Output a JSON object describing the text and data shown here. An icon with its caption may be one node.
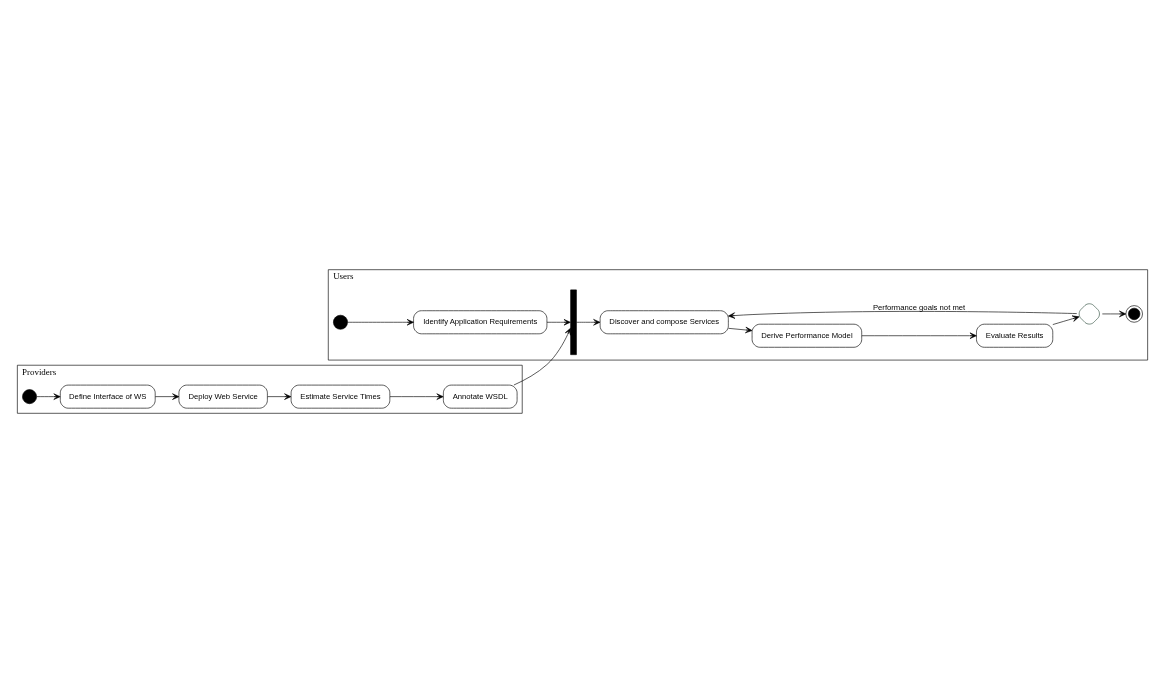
{
  "diagram": {
    "nodes": [
      {
        "text": [
          "Users"
        ]
      },
      {
        "text": [
          "Providers"
        ]
      },
      {
        "text": [],
        "shape": "circle",
        "in": 0
      },
      {
        "text": [
          "Identify Application Requirements"
        ],
        "in": 0
      },
      {
        "text": [],
        "shape": "bar",
        "in": 0
      },
      {
        "text": [
          "Discover and compose Services"
        ],
        "in": 0
      },
      {
        "text": [
          "Derive Performance Model"
        ],
        "in": 0
      },
      {
        "text": [
          "Evaluate Results"
        ],
        "in": 0
      },
      {
        "text": [],
        "shape": "diamond",
        "in": 0
      },
      {
        "text": [],
        "shape": "circle",
        "in": 0
      },
      {
        "text": [],
        "shape": "circle",
        "in": 1
      },
      {
        "text": [
          "Define Interface of WS"
        ],
        "in": 1
      },
      {
        "text": [
          "Deploy Web Service"
        ],
        "in": 1
      },
      {
        "text": [
          "Estimate Service Times"
        ],
        "in": 1
      },
      {
        "text": [
          "Annotate WSDL"
        ],
        "in": 1
      }
    ],
    "edges": [
      {
        "from": 2,
        "to": 3,
        "arrow": "to"
      },
      {
        "from": 3,
        "to": 4,
        "arrow": "to"
      },
      {
        "from": 14,
        "to": 4,
        "arrow": "to"
      },
      {
        "from": 4,
        "to": 5,
        "arrow": "to"
      },
      {
        "from": 5,
        "to": 6,
        "arrow": "to"
      },
      {
        "from": 6,
        "to": 7,
        "arrow": "to"
      },
      {
        "from": 7,
        "to": 8,
        "arrow": "to"
      },
      {
        "from": 8,
        "to": 5,
        "arrow": "to",
        "label": "Performance goals not met"
      },
      {
        "from": 8,
        "to": 9,
        "arrow": "to"
      },
      {
        "from": 10,
        "to": 11,
        "arrow": "to"
      },
      {
        "from": 11,
        "to": 12,
        "arrow": "to"
      },
      {
        "from": 12,
        "to": 13,
        "arrow": "to"
      },
      {
        "from": 13,
        "to": 14,
        "arrow": "to"
      }
    ]
  }
}
